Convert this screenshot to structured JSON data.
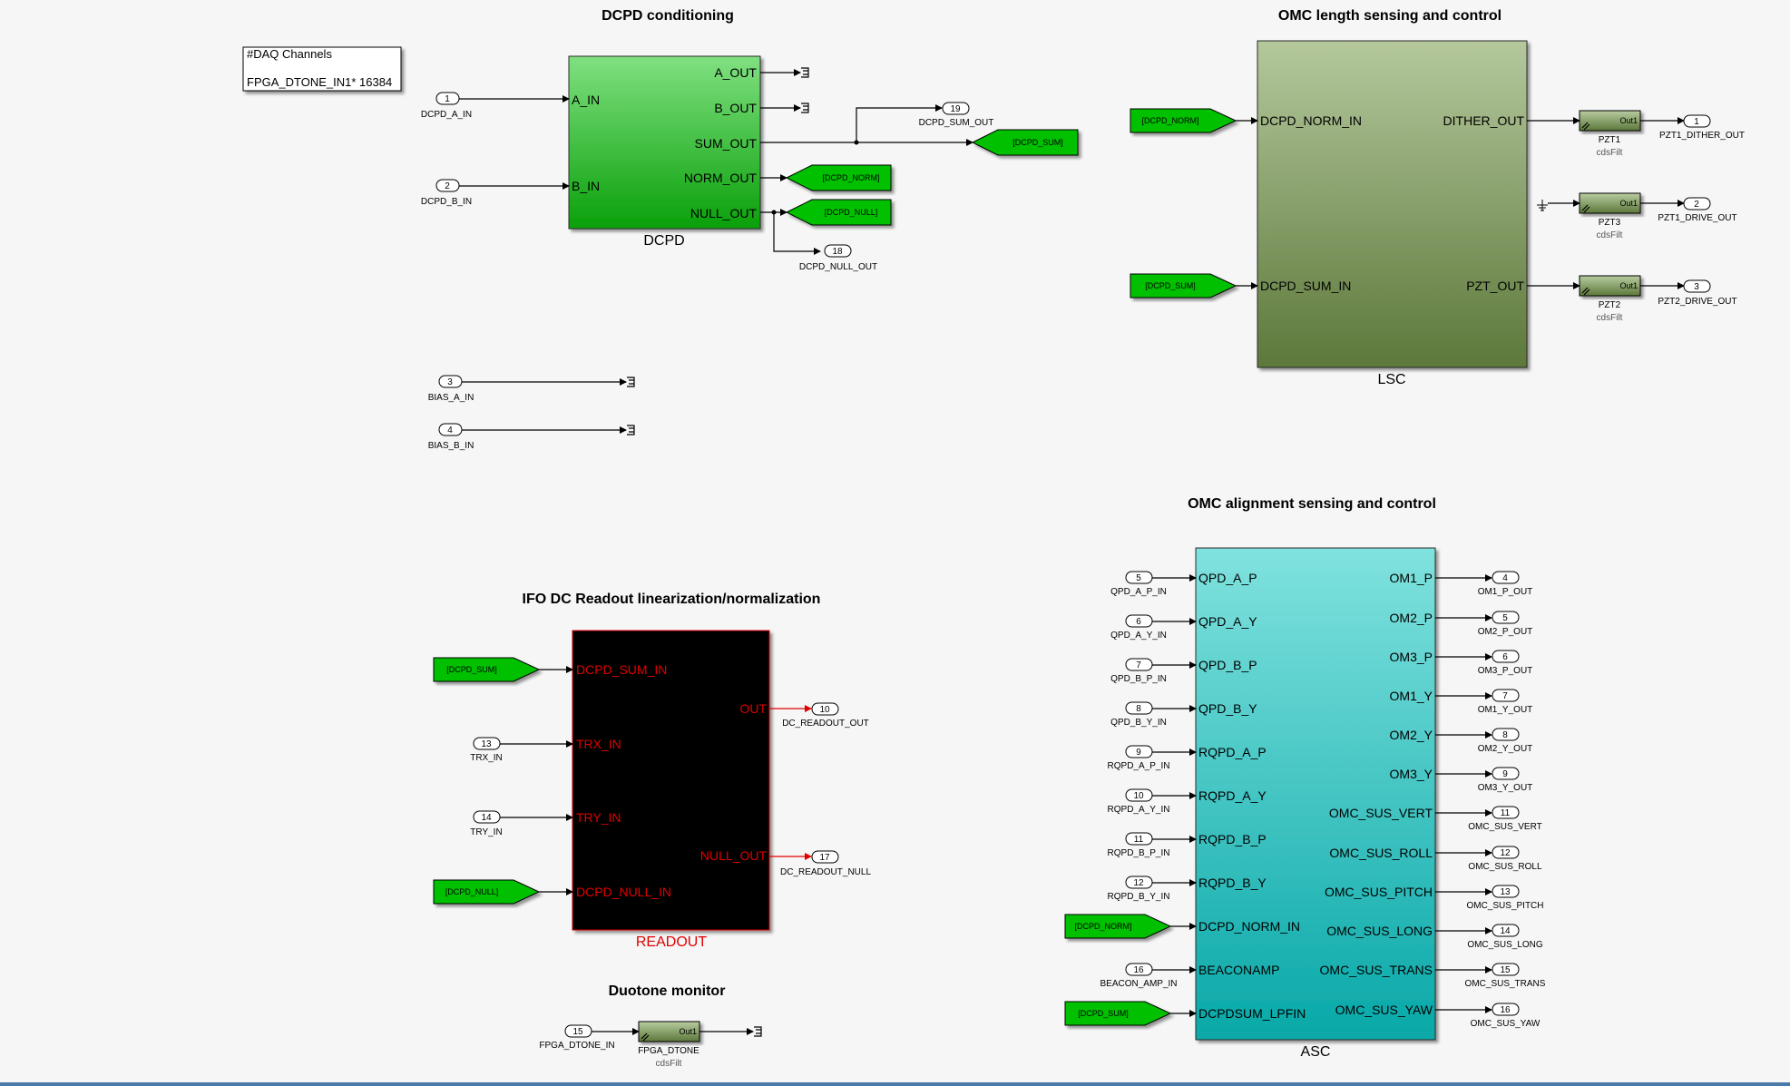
{
  "sections": {
    "dcpd_title": "DCPD conditioning",
    "lsc_title": "OMC length sensing and control",
    "asc_title": "OMC alignment sensing and control",
    "readout_title": "IFO DC Readout linearization/normalization",
    "duotone_title": "Duotone monitor"
  },
  "daq_note": {
    "line1": "#DAQ Channels",
    "line2": "FPGA_DTONE_IN1* 16384"
  },
  "dcpd_block": {
    "name": "DCPD",
    "in1": "A_IN",
    "in2": "B_IN",
    "out1": "A_OUT",
    "out2": "B_OUT",
    "out3": "SUM_OUT",
    "out4": "NORM_OUT",
    "out5": "NULL_OUT"
  },
  "dcpd_ports": {
    "in1_num": "1",
    "in1_name": "DCPD_A_IN",
    "in2_num": "2",
    "in2_name": "DCPD_B_IN",
    "in3_num": "3",
    "in3_name": "BIAS_A_IN",
    "in4_num": "4",
    "in4_name": "BIAS_B_IN",
    "out19_num": "19",
    "out19_name": "DCPD_SUM_OUT",
    "out18_num": "18",
    "out18_name": "DCPD_NULL_OUT"
  },
  "goto_tags": {
    "sum": "[DCPD_SUM]",
    "norm": "[DCPD_NORM]",
    "null": "[DCPD_NULL]"
  },
  "lsc_block": {
    "name": "LSC",
    "in1": "DCPD_NORM_IN",
    "in2": "DCPD_SUM_IN",
    "out1": "DITHER_OUT",
    "out2": "PZT_OUT"
  },
  "lsc_filters": {
    "out_label": "Out1",
    "f1_name": "PZT1",
    "f2_name": "PZT3",
    "f3_name": "PZT2",
    "lib": "cdsFilt"
  },
  "lsc_outputs": {
    "o1_num": "1",
    "o1_name": "PZT1_DITHER_OUT",
    "o2_num": "2",
    "o2_name": "PZT1_DRIVE_OUT",
    "o3_num": "3",
    "o3_name": "PZT2_DRIVE_OUT"
  },
  "readout_block": {
    "name": "READOUT",
    "in1": "DCPD_SUM_IN",
    "in2": "TRX_IN",
    "in3": "TRY_IN",
    "in4": "DCPD_NULL_IN",
    "out1": "OUT",
    "out2": "NULL_OUT"
  },
  "readout_ports": {
    "trx_num": "13",
    "trx_name": "TRX_IN",
    "try_num": "14",
    "try_name": "TRY_IN",
    "o10_num": "10",
    "o10_name": "DC_READOUT_OUT",
    "o17_num": "17",
    "o17_name": "DC_READOUT_NULL"
  },
  "duotone": {
    "in_num": "15",
    "in_name": "FPGA_DTONE_IN",
    "filter_name": "FPGA_DTONE",
    "out_label": "Out1",
    "lib": "cdsFilt"
  },
  "asc_block": {
    "name": "ASC",
    "inputs": [
      "QPD_A_P",
      "QPD_A_Y",
      "QPD_B_P",
      "QPD_B_Y",
      "RQPD_A_P",
      "RQPD_A_Y",
      "RQPD_B_P",
      "RQPD_B_Y",
      "DCPD_NORM_IN",
      "BEACONAMP",
      "DCPDSUM_LPFIN"
    ],
    "outputs": [
      "OM1_P",
      "OM2_P",
      "OM3_P",
      "OM1_Y",
      "OM2_Y",
      "OM3_Y",
      "OMC_SUS_VERT",
      "OMC_SUS_ROLL",
      "OMC_SUS_PITCH",
      "OMC_SUS_LONG",
      "OMC_SUS_TRANS",
      "OMC_SUS_YAW"
    ]
  },
  "asc_in_ports": [
    {
      "num": "5",
      "name": "QPD_A_P_IN"
    },
    {
      "num": "6",
      "name": "QPD_A_Y_IN"
    },
    {
      "num": "7",
      "name": "QPD_B_P_IN"
    },
    {
      "num": "8",
      "name": "QPD_B_Y_IN"
    },
    {
      "num": "9",
      "name": "RQPD_A_P_IN"
    },
    {
      "num": "10",
      "name": "RQPD_A_Y_IN"
    },
    {
      "num": "11",
      "name": "RQPD_B_P_IN"
    },
    {
      "num": "12",
      "name": "RQPD_B_Y_IN"
    },
    {
      "num": "16",
      "name": "BEACON_AMP_IN"
    }
  ],
  "asc_out_ports": [
    {
      "num": "4",
      "name": "OM1_P_OUT"
    },
    {
      "num": "5",
      "name": "OM2_P_OUT"
    },
    {
      "num": "6",
      "name": "OM3_P_OUT"
    },
    {
      "num": "7",
      "name": "OM1_Y_OUT"
    },
    {
      "num": "8",
      "name": "OM2_Y_OUT"
    },
    {
      "num": "9",
      "name": "OM3_Y_OUT"
    },
    {
      "num": "11",
      "name": "OMC_SUS_VERT"
    },
    {
      "num": "12",
      "name": "OMC_SUS_ROLL"
    },
    {
      "num": "13",
      "name": "OMC_SUS_PITCH"
    },
    {
      "num": "14",
      "name": "OMC_SUS_LONG"
    },
    {
      "num": "15",
      "name": "OMC_SUS_TRANS"
    },
    {
      "num": "16",
      "name": "OMC_SUS_YAW"
    }
  ],
  "colors": {
    "dcpd_top": "#7ee07e",
    "dcpd_bottom": "#0aa00a",
    "lsc_top": "#b3c79b",
    "lsc_bottom": "#5e7a3a",
    "asc_top": "#7fe0dc",
    "asc_bottom": "#0aa8a8",
    "goto": "#00c000",
    "readout_text": "#e00000"
  }
}
